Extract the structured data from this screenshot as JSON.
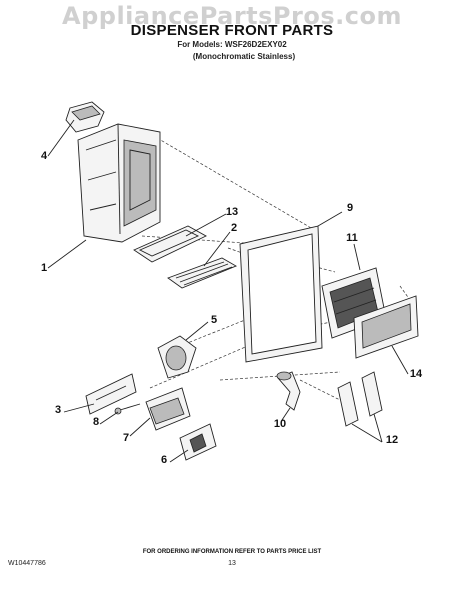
{
  "watermark": "AppliancePartsPros.com",
  "title": "DISPENSER FRONT PARTS",
  "models_line": "For Models: WSF26D2EXY02",
  "variant_line": "(Monochromatic Stainless)",
  "callouts": {
    "c1": "1",
    "c2": "2",
    "c3": "3",
    "c4": "4",
    "c5": "5",
    "c6": "6",
    "c7": "7",
    "c8": "8",
    "c9": "9",
    "c10": "10",
    "c11": "11",
    "c12": "12",
    "c13": "13",
    "c14": "14"
  },
  "footer_note": "FOR ORDERING INFORMATION REFER TO PARTS PRICE LIST",
  "doc_number": "W10447786",
  "page_number": "13"
}
